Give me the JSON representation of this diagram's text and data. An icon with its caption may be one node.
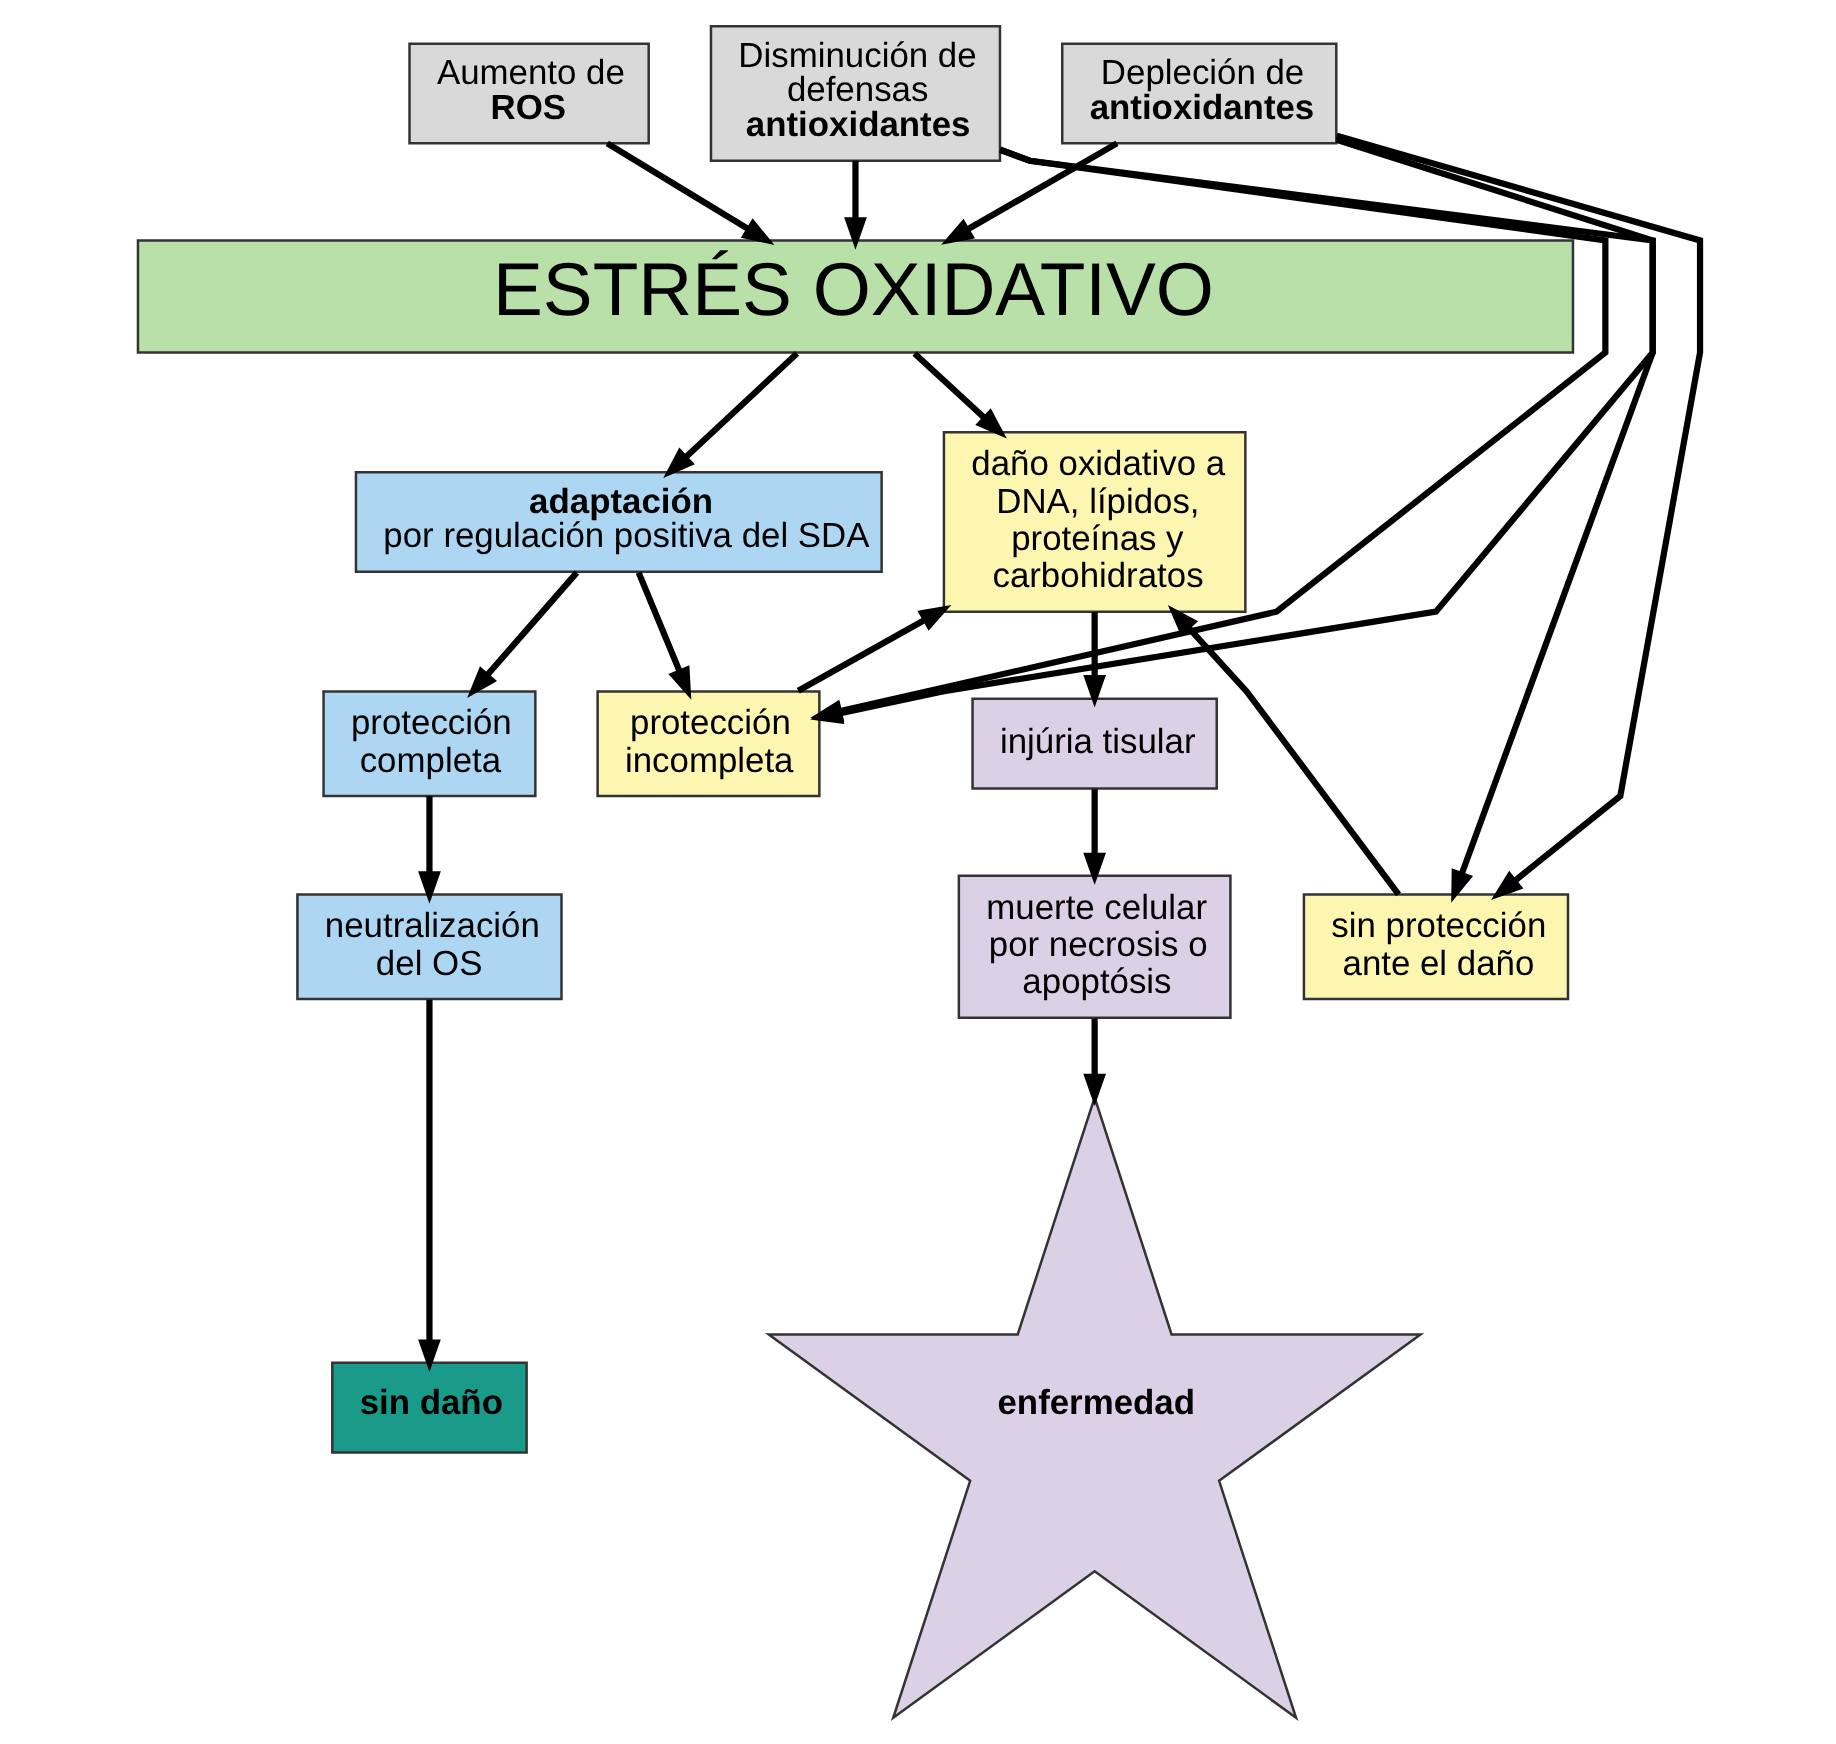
{
  "diagram": {
    "nodes": [
      {
        "text": [
          "Aumento de **ROS**"
        ]
      },
      {
        "text": [
          "Disminución de defensas **antioxidantes**"
        ]
      },
      {
        "text": [
          "Depleción de **antioxidantes**"
        ]
      },
      {
        "text": [
          "ESTRÉS OXIDATIVO"
        ]
      },
      {
        "text": [
          "adaptación",
          "por regulación positiva del SDA"
        ]
      },
      {
        "text": [
          "daño oxidativo a DNA, lípidos, proteínas y carbohidratos"
        ]
      },
      {
        "text": [
          "protección completa"
        ]
      },
      {
        "text": [
          "protección incompleta"
        ]
      },
      {
        "text": [
          "injúria tisular"
        ]
      },
      {
        "text": [
          "neutralización del OS"
        ]
      },
      {
        "text": [
          "sin protección ante el daño"
        ]
      },
      {
        "text": [
          "muerte celular por necrosis o apoptósis"
        ]
      },
      {
        "text": [
          "sin daño"
        ]
      },
      {
        "text": [
          "enfermedad"
        ]
      }
    ],
    "edges": [
      {
        "from": 0,
        "to": 3,
        "arrow": "to"
      },
      {
        "from": 1,
        "to": 3,
        "arrow": "to"
      },
      {
        "from": 2,
        "to": 3,
        "arrow": "to"
      },
      {
        "from": 3,
        "to": 4,
        "arrow": "to"
      },
      {
        "from": 3,
        "to": 5,
        "arrow": "to"
      },
      {
        "from": 4,
        "to": 6,
        "arrow": "to"
      },
      {
        "from": 4,
        "to": 7,
        "arrow": "to"
      },
      {
        "from": 7,
        "to": 5,
        "arrow": "to"
      },
      {
        "from": 10,
        "to": 5,
        "arrow": "to"
      },
      {
        "from": 5,
        "to": 8,
        "arrow": "to"
      },
      {
        "from": 6,
        "to": 9,
        "arrow": "to"
      },
      {
        "from": 8,
        "to": 11,
        "arrow": "to"
      },
      {
        "from": 9,
        "to": 12,
        "arrow": "to"
      },
      {
        "from": 11,
        "to": 13,
        "arrow": "to"
      },
      {
        "from": 1,
        "to": 7,
        "arrow": "to"
      },
      {
        "from": 1,
        "to": 10,
        "arrow": "to"
      },
      {
        "from": 2,
        "to": 7,
        "arrow": "to"
      },
      {
        "from": 2,
        "to": 10,
        "arrow": "to"
      }
    ]
  }
}
